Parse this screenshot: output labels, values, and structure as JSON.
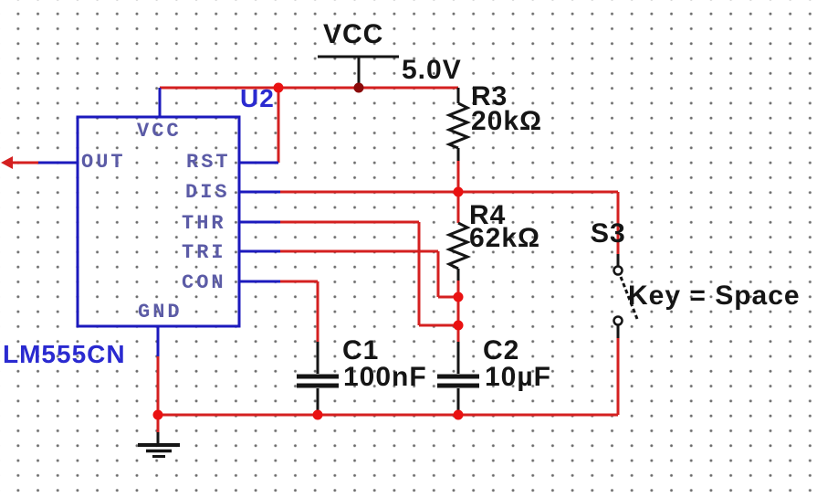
{
  "schematic": {
    "power": {
      "label": "VCC",
      "voltage": "5.0V"
    },
    "ic": {
      "ref": "U2",
      "part": "LM555CN",
      "pins": {
        "vcc": "VCC",
        "out": "OUT",
        "rst": "RST",
        "dis": "DIS",
        "thr": "THR",
        "tri": "TRI",
        "con": "CON",
        "gnd": "GND"
      }
    },
    "resistors": [
      {
        "ref": "R3",
        "value": "20kΩ"
      },
      {
        "ref": "R4",
        "value": "62kΩ"
      }
    ],
    "capacitors": [
      {
        "ref": "C1",
        "value": "100nF"
      },
      {
        "ref": "C2",
        "value": "10µF"
      }
    ],
    "switch": {
      "ref": "S3",
      "key": "Key = Space"
    },
    "colors": {
      "wire_red": "#d42020",
      "wire_blue": "#1c1abd",
      "junction_red": "#ea1111",
      "junction_dark": "#8a0a0a",
      "pin_text": "#5b5ba6",
      "label_blue": "#2a2ad0",
      "label_black": "#151515",
      "grid_dot": "#6b6b6b",
      "background": "#ffffff"
    }
  }
}
